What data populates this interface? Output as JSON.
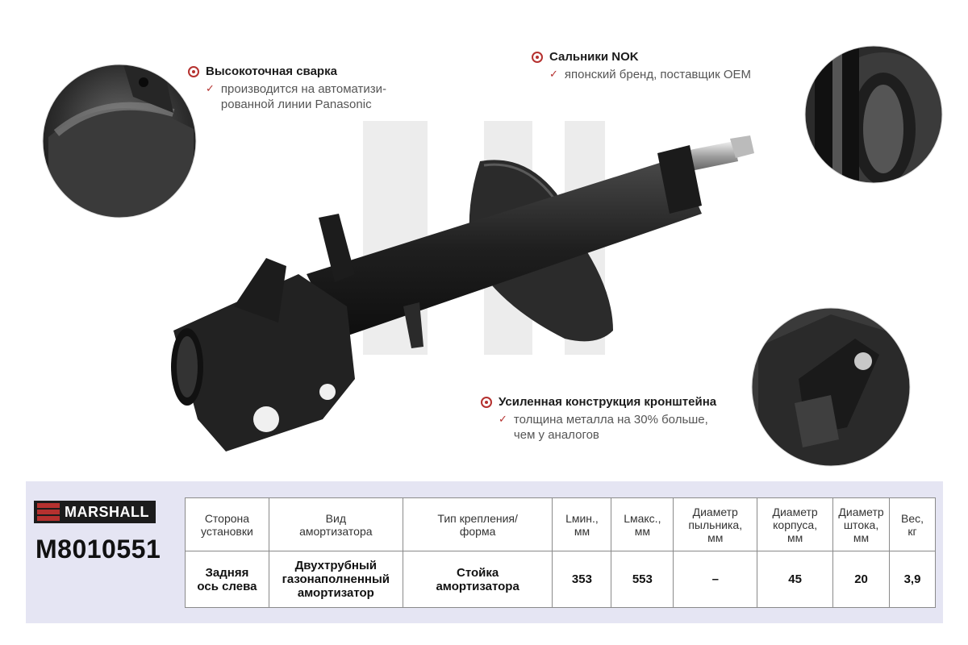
{
  "features": [
    {
      "title": "Высокоточная сварка",
      "desc": "производится на автоматизи-\nрованной линии Panasonic"
    },
    {
      "title": "Сальники NOK",
      "desc": "японский бренд, поставщик OEM"
    },
    {
      "title": "Усиленная конструкция кронштейна",
      "desc": "толщина металла на 30% больше,\nчем у аналогов"
    }
  ],
  "brand": {
    "name": "MARSHALL",
    "sku": "M8010551",
    "accent": "#b5312f"
  },
  "specs": {
    "headers": [
      "Сторона\nустановки",
      "Вид\nамортизатора",
      "Тип крепления/\nформа",
      "Lмин.,\nмм",
      "Lмакс.,\nмм",
      "Диаметр\nпыльника,\nмм",
      "Диаметр\nкорпуса,\nмм",
      "Диаметр\nштока,\nмм",
      "Вес,\nкг"
    ],
    "values": [
      "Задняя\nось слева",
      "Двухтрубный\nгазонаполненный\nамортизатор",
      "Стойка\nамортизатора",
      "353",
      "553",
      "–",
      "45",
      "20",
      "3,9"
    ]
  },
  "colors": {
    "panel": "#e5e5f3",
    "accent": "#b5312f",
    "part": "#2a2a2a"
  }
}
